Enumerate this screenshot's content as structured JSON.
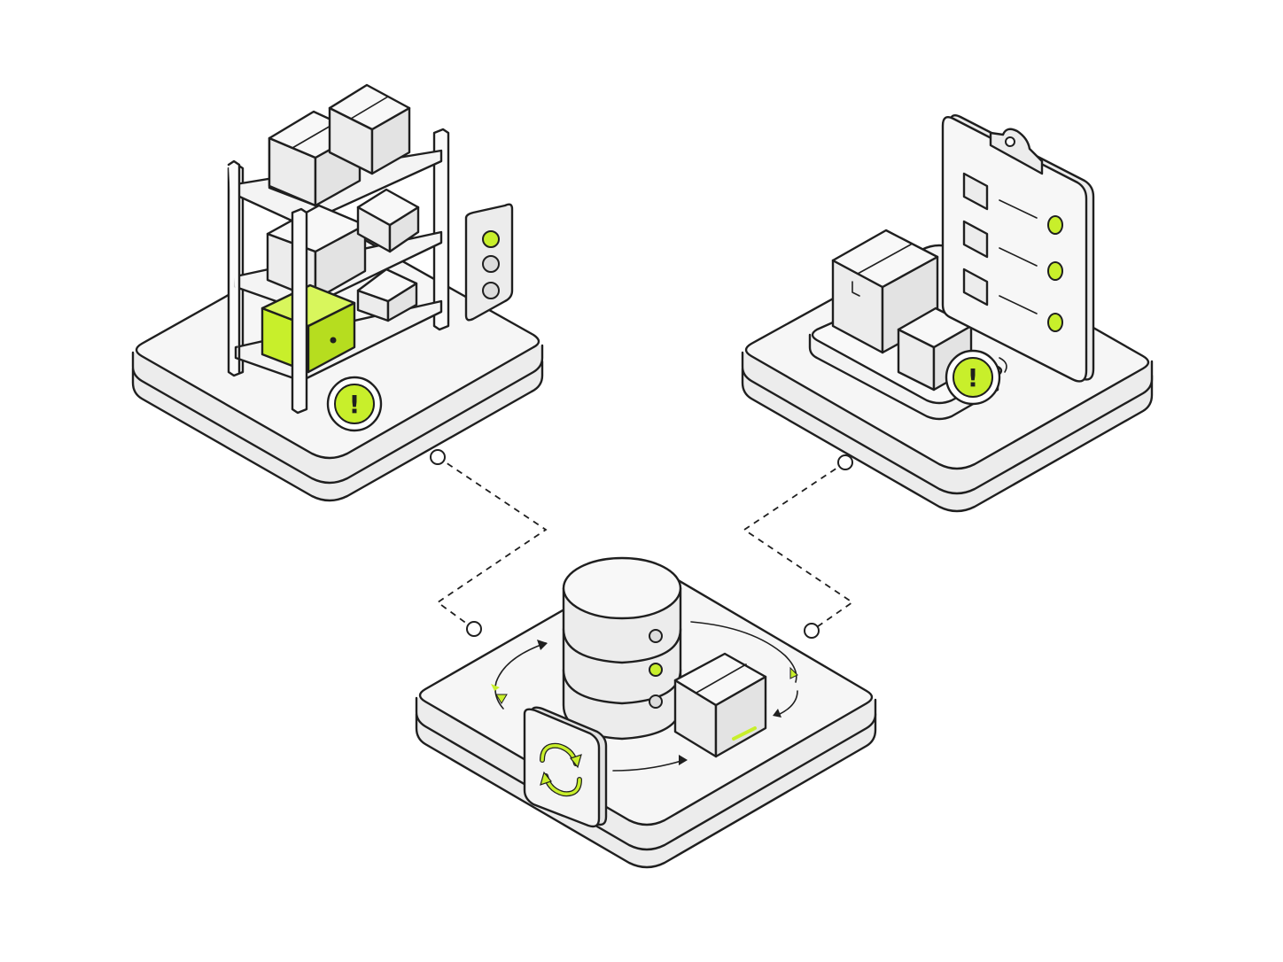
{
  "colors": {
    "accent": "#c8ef2b",
    "stroke": "#1f1f1f",
    "platform_top": "#f6f6f6",
    "platform_side": "#e8e8e8",
    "box_face": "#f2f2f2",
    "background": "#ffffff"
  },
  "icons": {
    "warehouse_alert": "exclamation-icon",
    "inventory_alert": "exclamation-icon",
    "sync": "sync-arrows-icon",
    "database": "database-icon",
    "clipboard": "clipboard-checklist-icon"
  },
  "alert_glyph": "!",
  "status_lights": {
    "active_index": 0,
    "count": 3
  },
  "clipboard": {
    "rows": 3
  }
}
